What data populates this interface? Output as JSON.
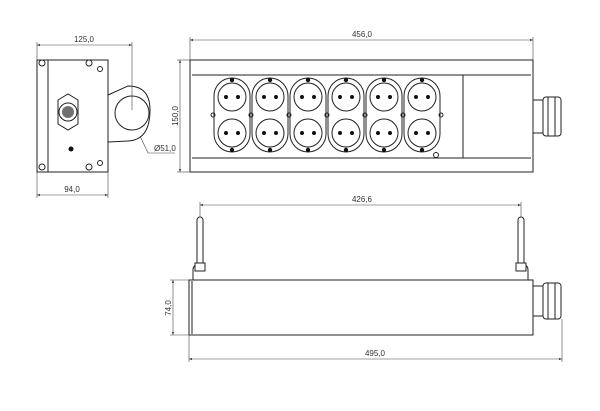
{
  "dimensions": {
    "side_width": "125,0",
    "side_depth": "94,0",
    "clamp_diameter": "Ø51,0",
    "front_length": "456,0",
    "front_height": "150,0",
    "bolt_spacing": "426,6",
    "total_length": "495,0",
    "bottom_height": "74,0"
  },
  "socket_count": 12
}
